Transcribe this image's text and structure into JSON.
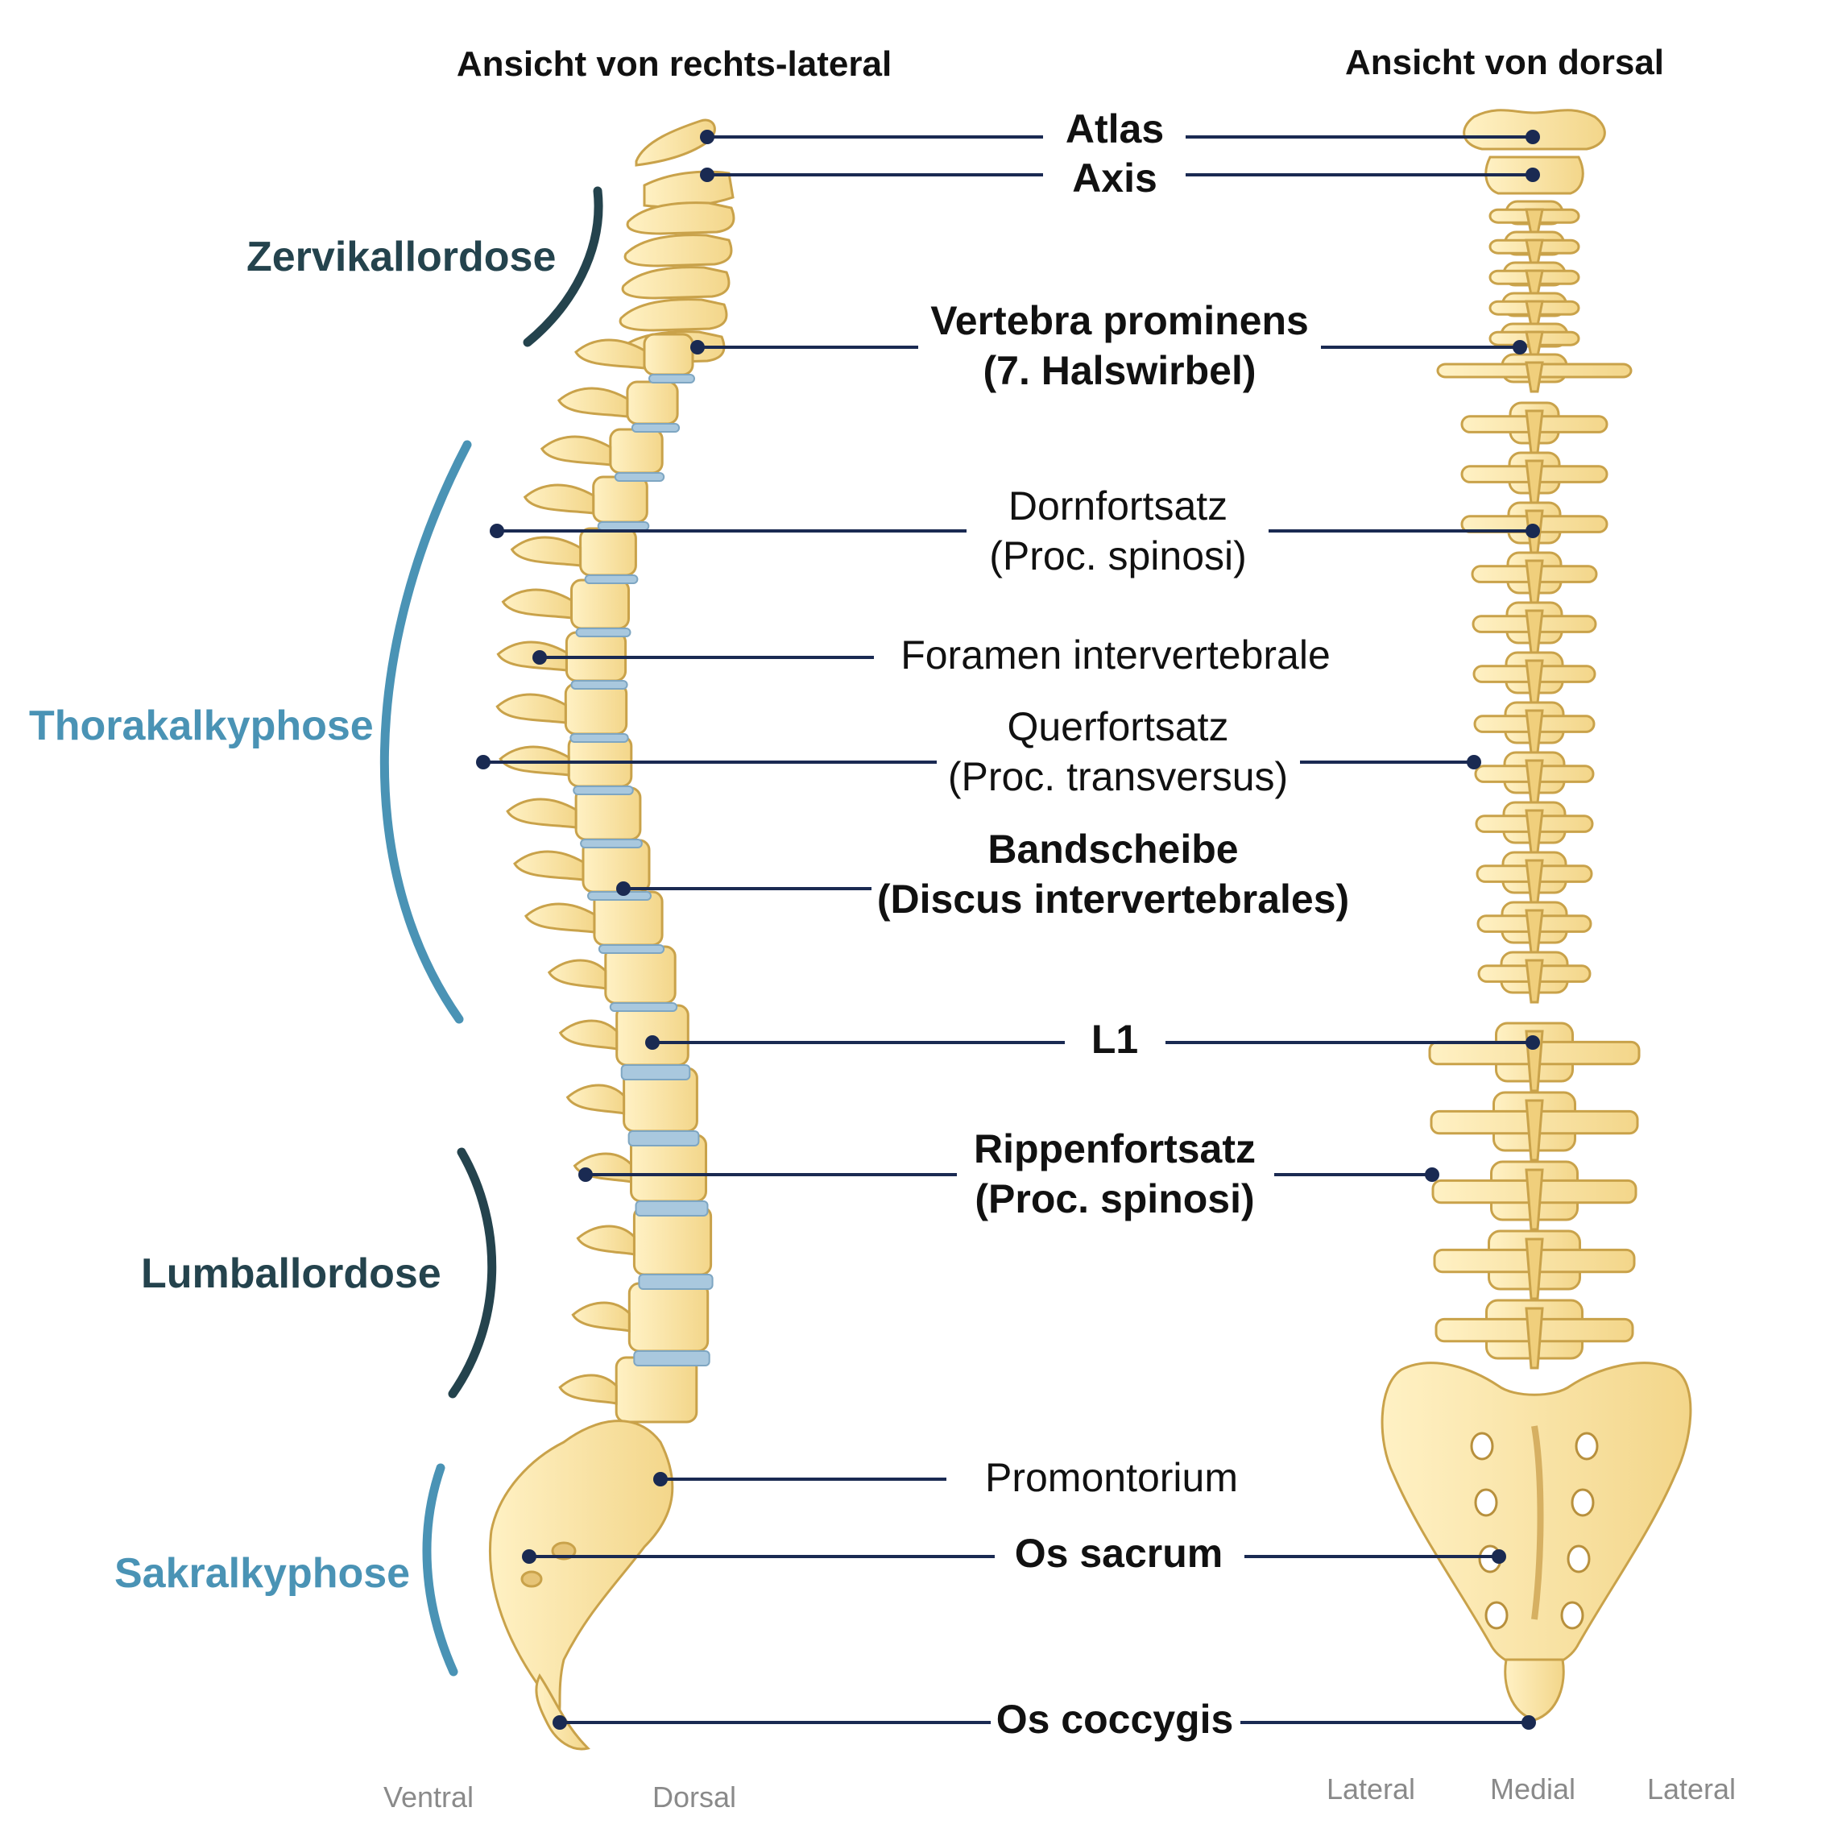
{
  "views": {
    "lateral_title": "Ansicht von rechts-lateral",
    "dorsal_title": "Ansicht von dorsal"
  },
  "labels": {
    "atlas": "Atlas",
    "axis": "Axis",
    "vertebra_prominens": "Vertebra prominens",
    "halswirbel": "(7. Halswirbel)",
    "dornfortsatz": "Dornfortsatz",
    "dornfortsatz_latin": "(Proc. spinosi)",
    "foramen": "Foramen intervertebrale",
    "querfortsatz": "Querfortsatz",
    "querfortsatz_latin": "(Proc. transversus)",
    "bandscheibe": "Bandscheibe",
    "bandscheibe_latin": "(Discus intervertebrales)",
    "l1": "L1",
    "rippenfortsatz": "Rippenfortsatz",
    "rippenfortsatz_latin": "(Proc. spinosi)",
    "promontorium": "Promontorium",
    "os_sacrum": "Os sacrum",
    "os_coccygis": "Os coccygis"
  },
  "curves": {
    "zervikal": "Zervikallordose",
    "thorakal": "Thorakalkyphose",
    "lumbal": "Lumballordose",
    "sakral": "Sakralkyphose"
  },
  "orientation": {
    "ventral": "Ventral",
    "dorsal": "Dorsal",
    "lateral_left": "Lateral",
    "medial": "Medial",
    "lateral_right": "Lateral"
  },
  "colors": {
    "bone": "#f9e3a3",
    "bone_outline": "#c9a24a",
    "disc": "#a9c8de",
    "leader": "#1a2a52",
    "dark_curve": "#24434d",
    "light_curve": "#4a93b5"
  }
}
